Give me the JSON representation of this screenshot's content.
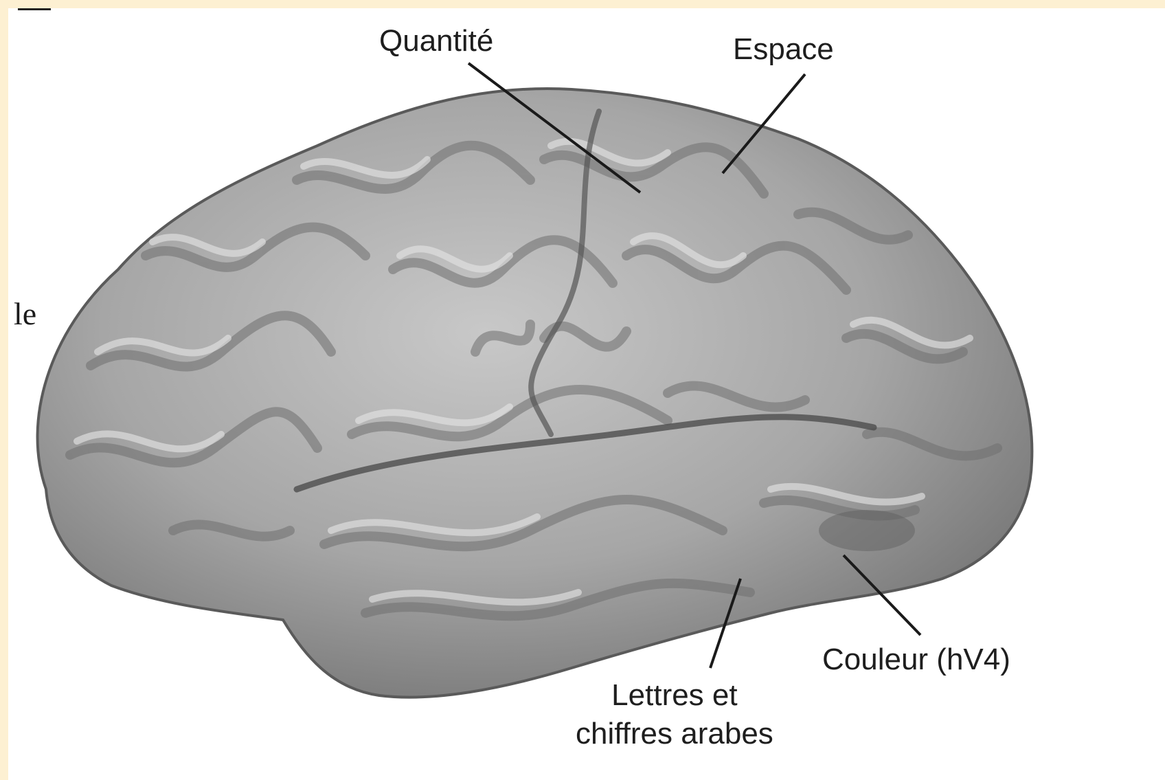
{
  "labels": {
    "quantite": "Quantité",
    "espace": "Espace",
    "couleur": "Couleur (hV4)",
    "lettres_line1": "Lettres et",
    "lettres_line2": "chiffres arabes"
  },
  "page_fragment": {
    "text": "le"
  },
  "colors": {
    "page_background": "#fdf0d2",
    "brain_gray": "#a9a9a9",
    "text": "#1e1e1e"
  }
}
